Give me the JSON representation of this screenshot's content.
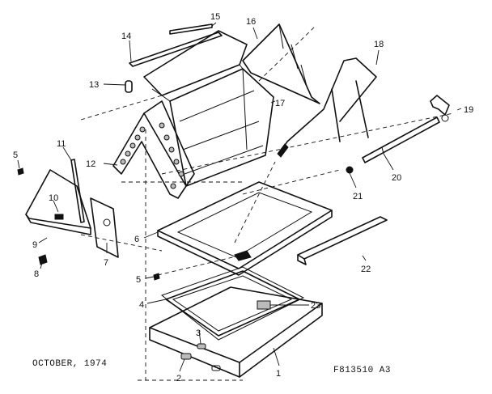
{
  "diagram": {
    "callouts": [
      "1",
      "2",
      "3",
      "4",
      "5",
      "5",
      "6",
      "7",
      "8",
      "9",
      "10",
      "11",
      "12",
      "13",
      "14",
      "15",
      "16",
      "17",
      "18",
      "19",
      "20",
      "21",
      "22",
      "23"
    ],
    "footer": {
      "date": "OCTOBER, 1974",
      "code": "F813510 A3"
    }
  }
}
